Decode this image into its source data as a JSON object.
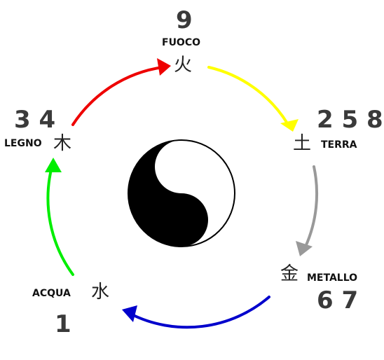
{
  "elements": {
    "fire": {
      "name": "FUOCO",
      "glyph": "火",
      "numbers": "9"
    },
    "earth": {
      "name": "TERRA",
      "glyph": "土",
      "numbers": "2 5 8"
    },
    "metal": {
      "name": "METALLO",
      "glyph": "金",
      "numbers": "6 7"
    },
    "water": {
      "name": "ACQUA",
      "glyph": "水",
      "numbers": "1"
    },
    "wood": {
      "name": "LEGNO",
      "glyph": "木",
      "numbers": "3 4"
    }
  },
  "arrows": {
    "fire_to_earth": "#ffff00",
    "earth_to_metal": "#999999",
    "metal_to_water": "#0000cc",
    "water_to_wood": "#00ee00",
    "wood_to_fire": "#ee0000"
  },
  "center_symbol": "yin-yang"
}
